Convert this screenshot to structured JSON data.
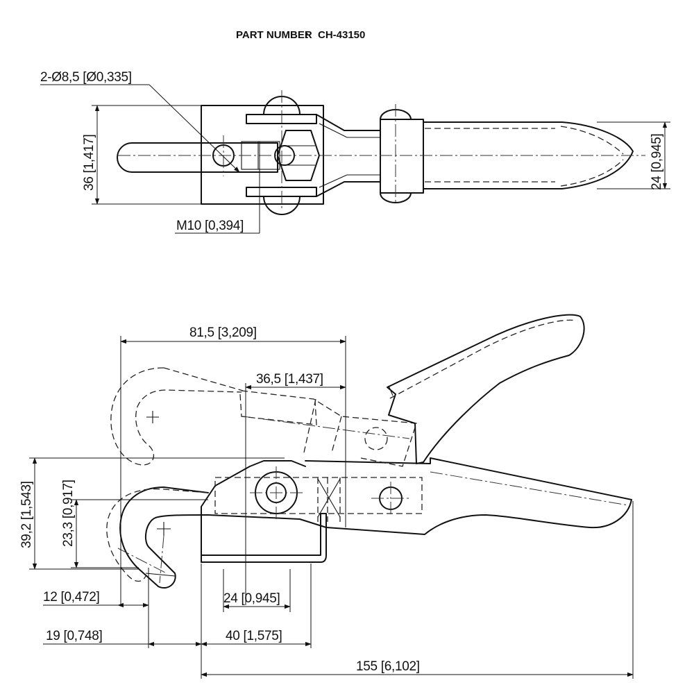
{
  "title": {
    "label": "PART NUMBER",
    "separator": ":",
    "value": "CH-43150"
  },
  "top_view": {
    "dims": {
      "hole_callout": "2-Ø8,5 [Ø0,335]",
      "width_left": "36 [1,417]",
      "thread": "M10 [0,394]",
      "width_right": "24 [0,945]"
    }
  },
  "side_view": {
    "dims": {
      "overall_open": "81,5 [3,209]",
      "lever_travel": "36,5 [1,437]",
      "height_total": "39,2 [1,543]",
      "height_hook": "23,3 [0,917]",
      "hook_offset": "12 [0,472]",
      "base_width": "24 [0,945]",
      "hook_reach": "19 [0,748]",
      "hole_spacing": "40 [1,575]",
      "overall_length": "155 [6,102]"
    }
  }
}
